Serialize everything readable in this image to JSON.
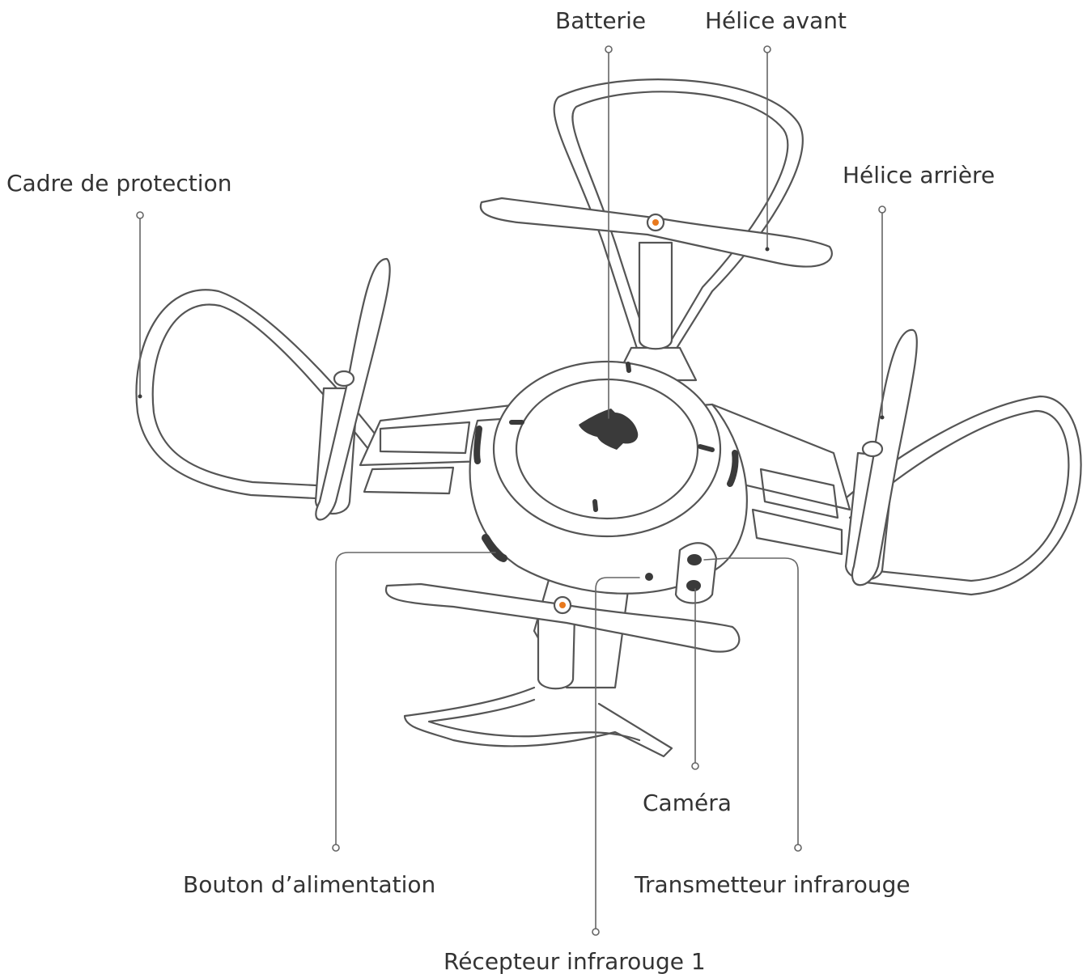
{
  "labels": {
    "battery": "Batterie",
    "front_propeller": "Hélice avant",
    "protection_frame": "Cadre de protection",
    "rear_propeller": "Hélice arrière",
    "camera": "Caméra",
    "power_button": "Bouton d’alimentation",
    "ir_transmitter": "Transmetteur infrarouge",
    "ir_receiver": "Récepteur infrarouge 1"
  },
  "colors": {
    "outline": "#555555",
    "dark_part": "#3a3a3a",
    "accent": "#e8791d",
    "leader_line": "#666666"
  }
}
